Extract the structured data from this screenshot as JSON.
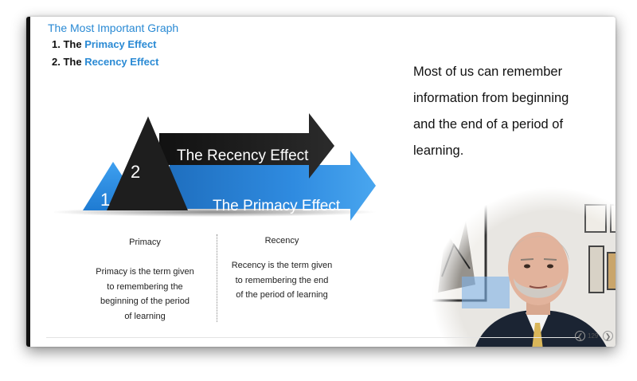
{
  "slide": {
    "title": "The Most Important Graph",
    "list": [
      {
        "prefix": "1. The ",
        "highlight": "Primacy Effect"
      },
      {
        "prefix": "2. The ",
        "highlight": "Recency Effect"
      }
    ],
    "diagram": {
      "recency_label": "The Recency Effect",
      "primacy_label": "The Primacy Effect",
      "number_1": "1",
      "number_2": "2"
    },
    "columns": [
      {
        "heading": "Primacy",
        "lines": [
          "Primacy is the term given",
          "to remembering the",
          "beginning of the period",
          "of learning"
        ]
      },
      {
        "heading": "Recency",
        "lines": [
          "Recency is the term given",
          "to remembering the end",
          "of the period of learning"
        ]
      }
    ],
    "body_text_lines": [
      "Most of us can remember",
      "information from beginning",
      "and the end of a period of",
      "learning."
    ],
    "page_number": "129"
  },
  "colors": {
    "accent_blue": "#2a8ad4",
    "dark_arrow": "#1c1c1c",
    "blue_arrow": "#2f8be0"
  }
}
